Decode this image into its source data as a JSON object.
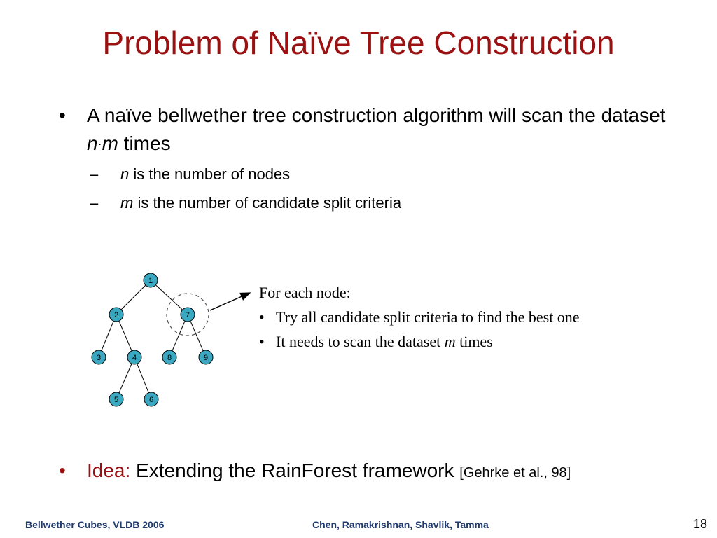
{
  "title": "Problem of Naïve Tree Construction",
  "bullets": {
    "main": {
      "text_before": "A naïve bellwether tree construction algorithm will scan the dataset ",
      "var_n": "n",
      "dot": "·",
      "var_m": "m",
      "text_after": " times"
    },
    "subs": [
      {
        "dash": "–",
        "var": "n",
        "text": " is the number of nodes"
      },
      {
        "dash": "–",
        "var": "m",
        "text": " is the number of candidate split criteria"
      }
    ],
    "idea": {
      "label": "Idea:",
      "text": " Extending the RainForest framework ",
      "citation": "[Gehrke et al., 98]"
    }
  },
  "bullet_symbol": "•",
  "tree": {
    "nodes": [
      {
        "id": "1",
        "label": "1"
      },
      {
        "id": "2",
        "label": "2"
      },
      {
        "id": "7",
        "label": "7"
      },
      {
        "id": "3",
        "label": "3"
      },
      {
        "id": "4",
        "label": "4"
      },
      {
        "id": "8",
        "label": "8"
      },
      {
        "id": "9",
        "label": "9"
      },
      {
        "id": "5",
        "label": "5"
      },
      {
        "id": "6",
        "label": "6"
      }
    ],
    "edges": [
      [
        "1",
        "2"
      ],
      [
        "1",
        "7"
      ],
      [
        "2",
        "3"
      ],
      [
        "2",
        "4"
      ],
      [
        "7",
        "8"
      ],
      [
        "7",
        "9"
      ],
      [
        "4",
        "5"
      ],
      [
        "4",
        "6"
      ]
    ],
    "highlighted_node": "7",
    "node_fill": "#3aa8c1"
  },
  "note": {
    "heading": "For each node:",
    "items": [
      {
        "text": "Try all candidate split criteria to find the best one"
      },
      {
        "text_before": "It needs to scan the dataset ",
        "var": "m",
        "text_after": " times"
      }
    ]
  },
  "footer": {
    "left": "Bellwether Cubes, VLDB 2006",
    "center": "Chen, Ramakrishnan, Shavlik, Tamma",
    "page": "18"
  },
  "colors": {
    "title": "#9b1111",
    "footer": "#1f3a6e",
    "node_fill": "#3aa8c1"
  }
}
